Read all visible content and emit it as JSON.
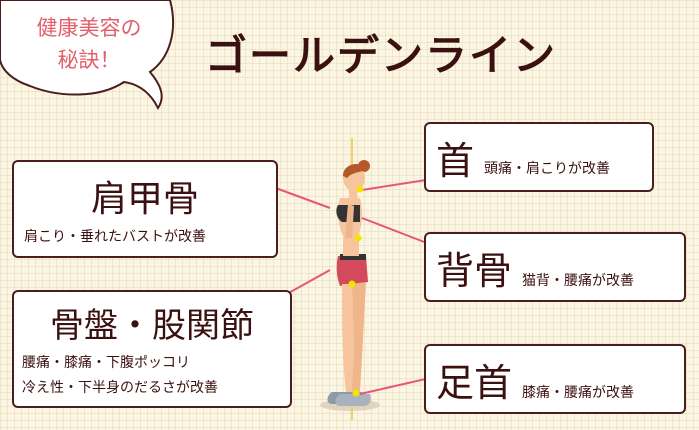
{
  "badge": {
    "line1": "健康美容の",
    "line2": "秘訣！"
  },
  "headline": "ゴールデンライン",
  "points": {
    "shoulder": {
      "title": "肩甲骨",
      "desc": "肩こり・垂れたバストが改善"
    },
    "hip": {
      "title": "骨盤・股関節",
      "desc1": "腰痛・膝痛・下腹ポッコリ",
      "desc2": "冷え性・下半身のだるさが改善"
    },
    "neck": {
      "title": "首",
      "desc": "頭痛・肩こりが改善"
    },
    "back": {
      "title": "背骨",
      "desc": "猫背・腰痛が改善"
    },
    "ankle": {
      "title": "足首",
      "desc": "膝痛・腰痛が改善"
    }
  },
  "colors": {
    "accent_line": "#e8557a",
    "point_marker": "#f2e600",
    "box_border": "#4a1e1e",
    "headline_text": "#3b1010",
    "badge_text": "#e25f6b"
  }
}
